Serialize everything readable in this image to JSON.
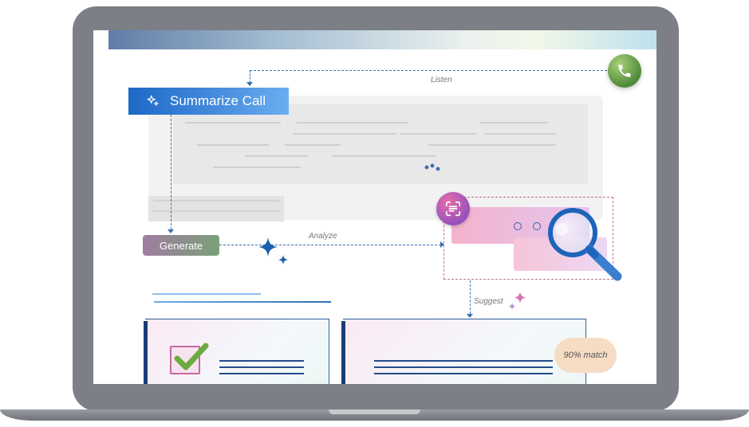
{
  "buttons": {
    "summarize_label": "Summarize Call",
    "generate_label": "Generate"
  },
  "flow_labels": {
    "listen": "Listen",
    "analyze": "Analyze",
    "suggest": "Suggest"
  },
  "badge": {
    "match_text": "90% match"
  },
  "icons": {
    "phone": "phone-icon",
    "sparkle": "sparkle-icon",
    "scan": "document-scan-icon",
    "magnifier": "magnifier-icon",
    "check": "checkmark-icon"
  },
  "colors": {
    "accent_blue": "#1d69c7",
    "phone_green": "#5b9a44",
    "scan_magenta": "#c456a8",
    "match_badge": "#f7dcc4"
  }
}
